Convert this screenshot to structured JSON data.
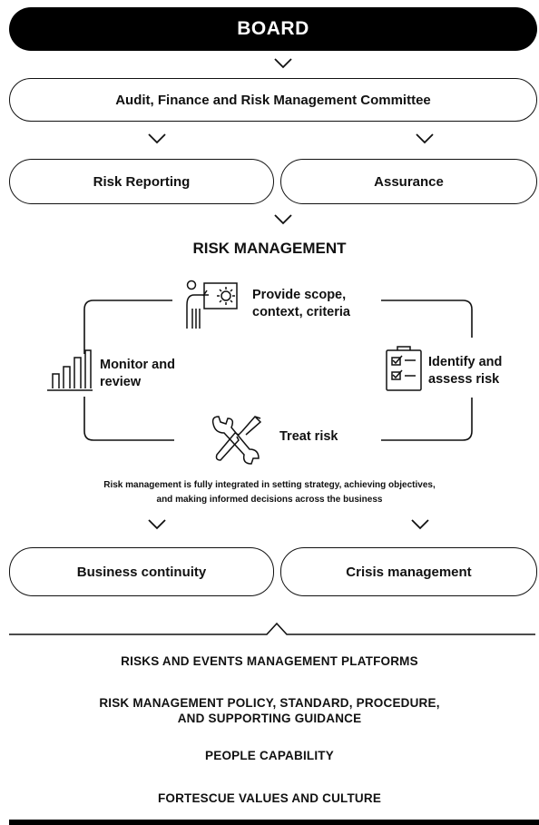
{
  "board": {
    "label": "BOARD"
  },
  "committee": {
    "label": "Audit, Finance and Risk Management Committee"
  },
  "oversight": {
    "left": "Risk Reporting",
    "right": "Assurance"
  },
  "risk_management": {
    "heading": "RISK MANAGEMENT",
    "steps": {
      "scope": "Provide scope, context, criteria",
      "identify": "Identify and assess risk",
      "treat": "Treat risk",
      "monitor": "Monitor and review"
    },
    "note_line1": "Risk management is fully integrated in setting strategy, achieving objectives,",
    "note_line2": "and making informed decisions across the business"
  },
  "outcomes": {
    "left": "Business continuity",
    "right": "Crisis management"
  },
  "foundations": [
    "RISKS AND EVENTS MANAGEMENT PLATFORMS",
    "RISK MANAGEMENT POLICY, STANDARD, PROCEDURE,",
    "AND SUPPORTING GUIDANCE",
    "PEOPLE CAPABILITY",
    "FORTESCUE VALUES AND CULTURE"
  ],
  "icons": [
    "presenter-icon",
    "checklist-icon",
    "tools-icon",
    "bar-chart-icon",
    "chevron-down-icon"
  ],
  "colors": {
    "ink": "#111111",
    "board_fill": "#000000",
    "background": "#ffffff"
  }
}
